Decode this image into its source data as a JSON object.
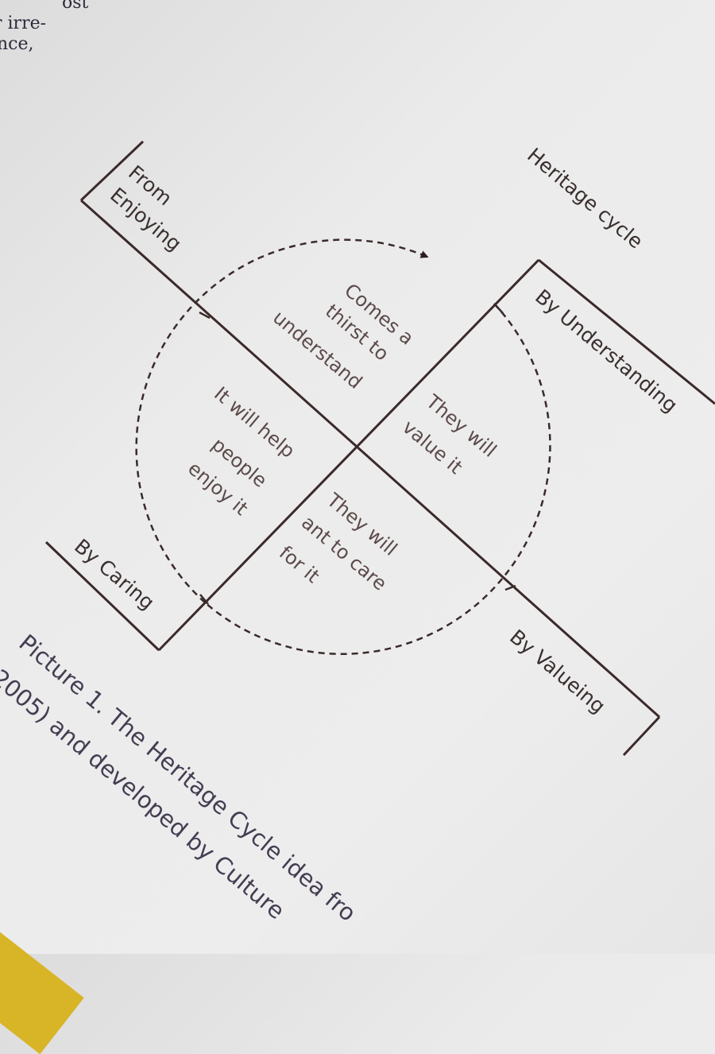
{
  "body_text_fragments": [
    "ost",
    "r irre-",
    "nce,"
  ],
  "diagram": {
    "title": "Heritage cycle",
    "stage_labels": {
      "from_enjoying": [
        "From",
        "Enjoying"
      ],
      "by_understanding": "By Understanding",
      "by_valueing": "By Valueing",
      "by_caring": "By Caring"
    },
    "quadrants": {
      "top": [
        "Comes a",
        "thirst to",
        "understand"
      ],
      "right": [
        "They will",
        "value it"
      ],
      "bottom": [
        "They will",
        "ant to care",
        "for it"
      ],
      "left": [
        "It will help",
        "people",
        "enjoy it"
      ]
    }
  },
  "caption": {
    "line1": "Picture 1. The Heritage Cycle idea fro",
    "line2": "2005) and developed by Culture"
  },
  "colors": {
    "line": "#3b2a2a",
    "text": "#5c4a4a",
    "page_corner": "#d8b427"
  }
}
